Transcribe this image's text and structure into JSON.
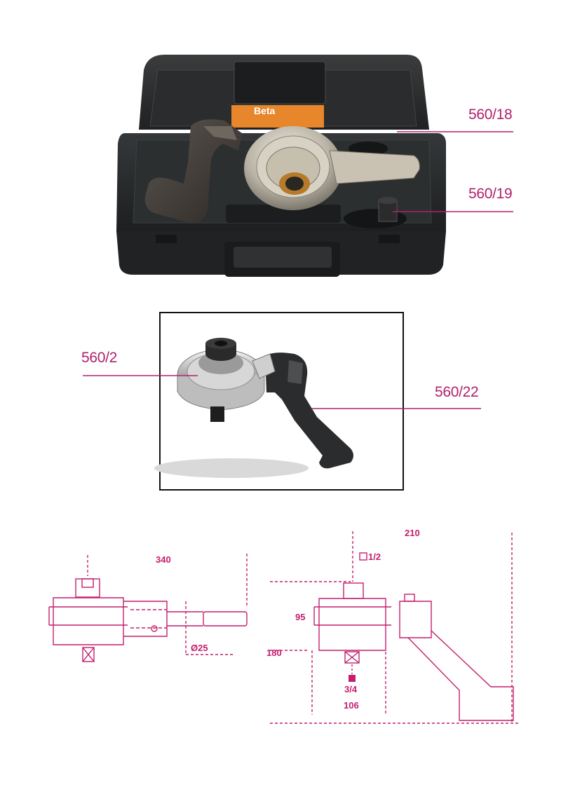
{
  "case_label": {
    "brand": "Beta"
  },
  "callouts": {
    "top_a": "560/18",
    "top_b": "560/19",
    "mid_a": "560/2",
    "mid_b": "560/22"
  },
  "dimensions": {
    "length": "340",
    "bar_diameter": "Ø25",
    "width": "210",
    "drive_in": "1/2",
    "height": "95",
    "offset": "180",
    "drive_out": "3/4",
    "base": "106"
  },
  "colors": {
    "callout_line": "#b0226b",
    "drawing": "#c41f6e",
    "case": "#2b2d2e",
    "label_orange": "#e7862a"
  }
}
